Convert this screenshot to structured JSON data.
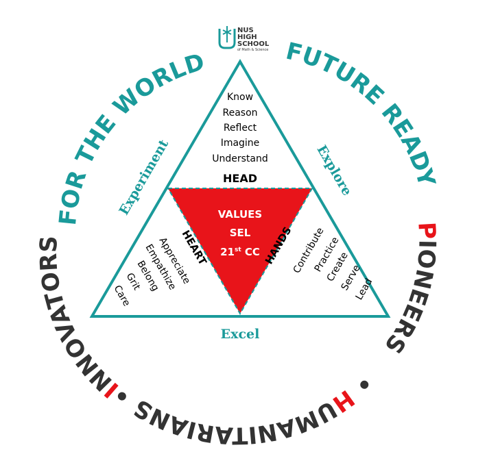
{
  "colors": {
    "teal": "#1a9a9a",
    "red": "#e8141a",
    "dark": "#333333",
    "black": "#000000",
    "white": "#ffffff"
  },
  "logo": {
    "icon": "nus-high-school-logo-icon",
    "line1": "NUS",
    "line2": "HIGH",
    "line3": "SCHOOL",
    "line4": "of Math & Science"
  },
  "ring": {
    "for_the_world": "FOR THE WORLD",
    "future_ready": "FUTURE READY",
    "pioneers_initial": "P",
    "pioneers_rest": "IONEERS",
    "humanitarians_initial": "H",
    "humanitarians_rest": "UMANITARIANS",
    "innovators_initial": "I",
    "innovators_rest": "NNOVATORS",
    "dot": "•"
  },
  "triangle": {
    "experiment": "Experiment",
    "explore": "Explore",
    "excel": "Excel",
    "head_label": "HEAD",
    "head_items": [
      "Know",
      "Reason",
      "Reflect",
      "Imagine",
      "Understand"
    ],
    "heart_label": "HEART",
    "heart_items": [
      "Appreciate",
      "Empathize",
      "Belong",
      "Grit",
      "Care"
    ],
    "hands_label": "HANDS",
    "hands_items": [
      "Contribute",
      "Practice",
      "Create",
      "Serve",
      "Lead"
    ],
    "center_line1": "VALUES",
    "center_line2": "SEL",
    "center_line3_main": "21",
    "center_line3_sup": "st",
    "center_line3_end": " CC"
  }
}
